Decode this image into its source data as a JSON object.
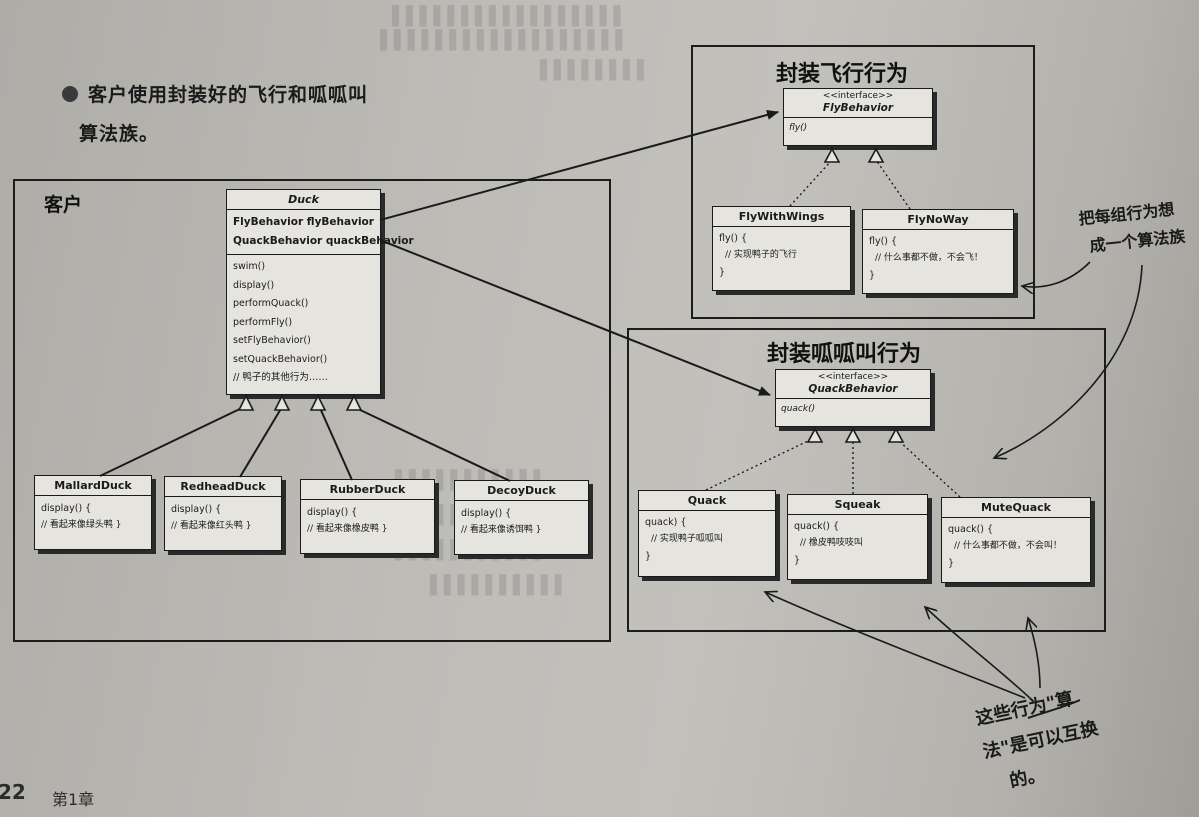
{
  "intro_note": {
    "line1": "客户使用封装好的飞行和呱呱叫",
    "line2": "算法族。"
  },
  "client_frame": {
    "title": "客户"
  },
  "fly_frame": {
    "title": "封装飞行行为"
  },
  "quack_frame": {
    "title": "封装呱呱叫行为"
  },
  "duck": {
    "name": "Duck",
    "fields": [
      "FlyBehavior flyBehavior",
      "QuackBehavior quackBehavior"
    ],
    "methods": [
      "swim()",
      "display()",
      "performQuack()",
      "performFly()",
      "setFlyBehavior()",
      "setQuackBehavior()",
      "// 鸭子的其他行为……"
    ]
  },
  "subclasses": [
    {
      "name": "MallardDuck",
      "method": "display() {",
      "body": "// 看起来像绿头鸭 }"
    },
    {
      "name": "RedheadDuck",
      "method": "display() {",
      "body": "// 看起来像红头鸭 }"
    },
    {
      "name": "RubberDuck",
      "method": "display() {",
      "body": "// 看起来像橡皮鸭 }"
    },
    {
      "name": "DecoyDuck",
      "method": "display() {",
      "body": "// 看起来像诱饵鸭 }"
    }
  ],
  "fly_interface": {
    "stereotype": "<<interface>>",
    "name": "FlyBehavior",
    "method": "fly()"
  },
  "fly_impls": [
    {
      "name": "FlyWithWings",
      "lines": [
        "fly() {",
        "// 实现鸭子的飞行",
        "}"
      ]
    },
    {
      "name": "FlyNoWay",
      "lines": [
        "fly() {",
        "// 什么事都不做，不会飞！",
        "}"
      ]
    }
  ],
  "quack_interface": {
    "stereotype": "<<interface>>",
    "name": "QuackBehavior",
    "method": "quack()"
  },
  "quack_impls": [
    {
      "name": "Quack",
      "lines": [
        "quack) {",
        "// 实现鸭子呱呱叫",
        "}"
      ]
    },
    {
      "name": "Squeak",
      "lines": [
        "quack() {",
        "// 橡皮鸭吱吱叫",
        "}"
      ]
    },
    {
      "name": "MuteQuack",
      "lines": [
        "quack() {",
        "// 什么事都不做，不会叫！",
        "}"
      ]
    }
  ],
  "note_algorithm_family": {
    "line1": "把每组行为想",
    "line2": "成一个算法族"
  },
  "note_interchangeable": {
    "line1": "这些行为\"算",
    "line2": "法\"是可以互换",
    "line3": "的。",
    "struck": "行为"
  },
  "footer": {
    "page_number": "22",
    "chapter": "第1章"
  }
}
